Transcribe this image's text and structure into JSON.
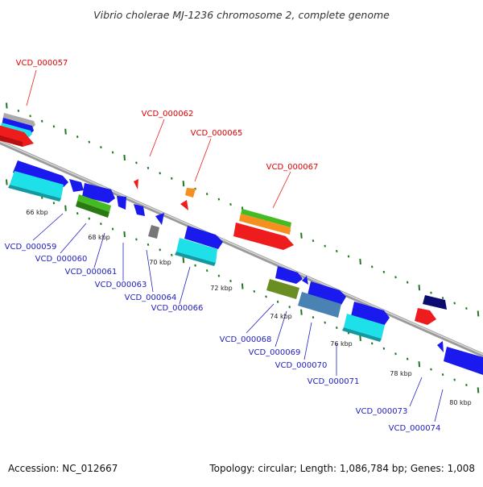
{
  "title": "Vibrio cholerae MJ-1236 chromosome 2, complete genome",
  "footer": {
    "accession": "Accession: NC_012667",
    "summary": "Topology: circular; Length: 1,086,784 bp; Genes: 1,008"
  },
  "kbp_labels": [
    "66 kbp",
    "68 kbp",
    "70 kbp",
    "72 kbp",
    "74 kbp",
    "76 kbp",
    "78 kbp",
    "80 kbp"
  ],
  "genes_red": [
    "VCD_000057",
    "VCD_000062",
    "VCD_000065",
    "VCD_000067"
  ],
  "genes_blue": [
    "VCD_000059",
    "VCD_000060",
    "VCD_000061",
    "VCD_000063",
    "VCD_000064",
    "VCD_000066",
    "VCD_000068",
    "VCD_000069",
    "VCD_000070",
    "VCD_000071",
    "VCD_000073",
    "VCD_000074"
  ],
  "colors": {
    "red": "#ee1c1c",
    "blue": "#1a1aee",
    "cyan": "#1ee0e8",
    "green": "#44bb22",
    "orange": "#f5901e",
    "navy": "#0c0c70",
    "olive": "#6b8e23",
    "steel": "#4a82b4",
    "gray": "#777777",
    "tick": "#227722",
    "backbone": "#8a8a8a"
  }
}
